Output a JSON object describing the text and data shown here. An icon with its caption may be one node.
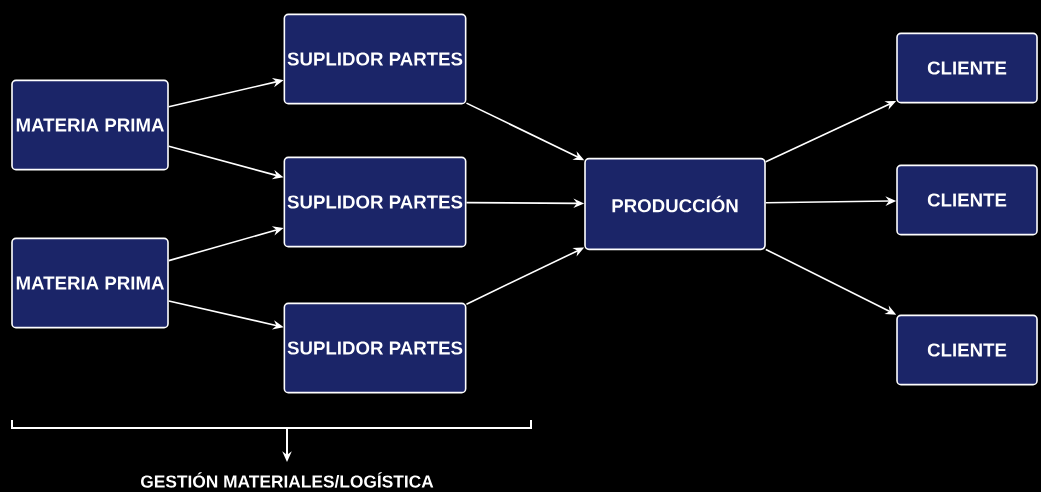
{
  "diagram": {
    "nodes": [
      {
        "text": [
          "MATERIA PRIMA"
        ]
      },
      {
        "text": [
          "MATERIA PRIMA"
        ]
      },
      {
        "text": [
          "SUPLIDOR PARTES"
        ]
      },
      {
        "text": [
          "SUPLIDOR PARTES"
        ]
      },
      {
        "text": [
          "SUPLIDOR PARTES"
        ]
      },
      {
        "text": [
          "PRODUCCIÓN"
        ]
      },
      {
        "text": [
          "CLIENTE"
        ]
      },
      {
        "text": [
          "CLIENTE"
        ]
      },
      {
        "text": [
          "CLIENTE"
        ]
      }
    ],
    "edges": [
      {
        "from": 0,
        "to": 2,
        "arrow": "to"
      },
      {
        "from": 0,
        "to": 3,
        "arrow": "to"
      },
      {
        "from": 1,
        "to": 3,
        "arrow": "to"
      },
      {
        "from": 1,
        "to": 4,
        "arrow": "to"
      },
      {
        "from": 2,
        "to": 5,
        "arrow": "to"
      },
      {
        "from": 3,
        "to": 5,
        "arrow": "to"
      },
      {
        "from": 4,
        "to": 5,
        "arrow": "to"
      },
      {
        "from": 5,
        "to": 6,
        "arrow": "to"
      },
      {
        "from": 5,
        "to": 7,
        "arrow": "to"
      },
      {
        "from": 5,
        "to": 8,
        "arrow": "to"
      }
    ],
    "labels": [
      "GESTIÓN MATERIALES/LOGÍSTICA"
    ]
  }
}
